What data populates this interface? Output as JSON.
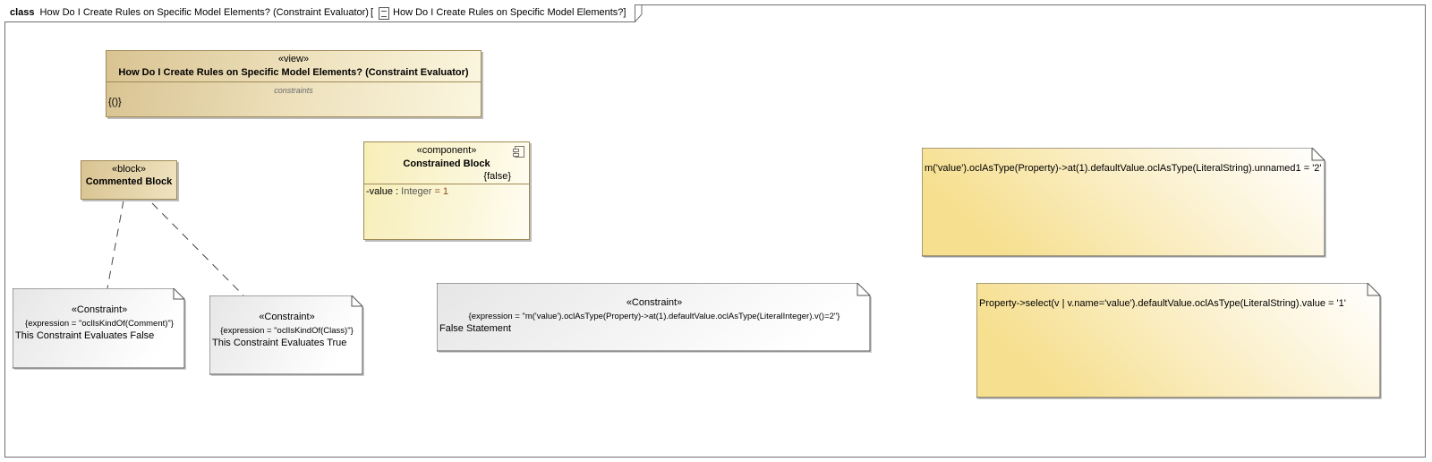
{
  "frame": {
    "kind": "class",
    "name": "How Do I Create Rules on Specific Model Elements? (Constraint Evaluator)",
    "separator": "[",
    "owner": "How Do I Create Rules on Specific Model Elements?]"
  },
  "view": {
    "stereotype": "«view»",
    "name": "How Do I Create Rules on Specific Model Elements? (Constraint Evaluator)",
    "section": "constraints",
    "body": "{()}"
  },
  "block": {
    "stereotype": "«block»",
    "name": "Commented Block"
  },
  "component": {
    "stereotype": "«component»",
    "name": "Constrained Block",
    "property": "{false}",
    "attribute": {
      "prefix": "-value : ",
      "type": "Integer",
      "default": " = 1"
    }
  },
  "constraints": [
    {
      "stereotype": "«Constraint»",
      "expression": "{expression = \"oclIsKindOf(Comment)\"}",
      "text": "This Constraint Evaluates False"
    },
    {
      "stereotype": "«Constraint»",
      "expression": "{expression = \"oclIsKindOf(Class)\"}",
      "text": "This Constraint Evaluates True"
    },
    {
      "stereotype": "«Constraint»",
      "expression": "{expression = \"m('value').oclAsType(Property)->at(1).defaultValue.oclAsType(LiteralInteger).v()=2\"}",
      "text": "False Statement"
    }
  ],
  "notes": [
    {
      "text": "m('value').oclAsType(Property)->at(1).defaultValue.oclAsType(LiteralString).unnamed1 = '2'"
    },
    {
      "text": "Property->select(v | v.name='value').defaultValue.oclAsType(LiteralString).value = '1'"
    }
  ],
  "colors": {
    "view_fill_start": "#d9c392",
    "component_fill": "#f7eeb8",
    "note_yellow": "#f6df8f",
    "constraint_gray": "#e6e6e6",
    "border": "#a08a55"
  }
}
